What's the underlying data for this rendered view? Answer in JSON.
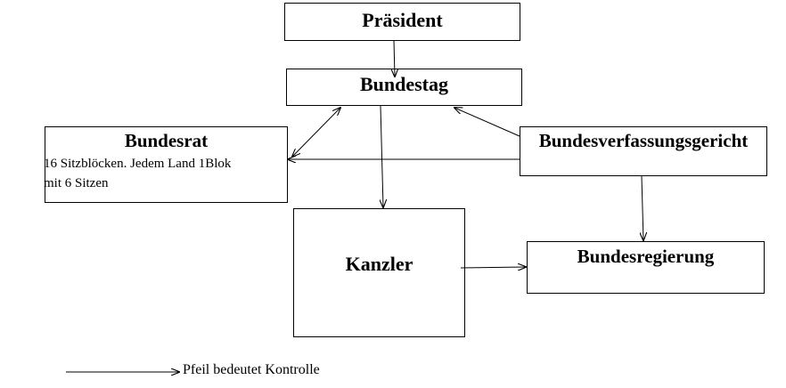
{
  "diagram": {
    "nodes": {
      "praesident": {
        "title": "Präsident"
      },
      "bundestag": {
        "title": "Bundestag"
      },
      "bundesrat": {
        "title": "Bundesrat",
        "desc_line1": "16 Sitzblöcken. Jedem Land 1Blok",
        "desc_line2": "mit 6 Sitzen"
      },
      "bverfg": {
        "title": "Bundesverfassungsgericht"
      },
      "kanzler": {
        "title": "Kanzler"
      },
      "bundesregierung": {
        "title": "Bundesregierung"
      }
    },
    "legend": {
      "text": "Pfeil bedeutet Kontrolle"
    },
    "colors": {
      "line": "#000000",
      "background": "#ffffff"
    }
  }
}
